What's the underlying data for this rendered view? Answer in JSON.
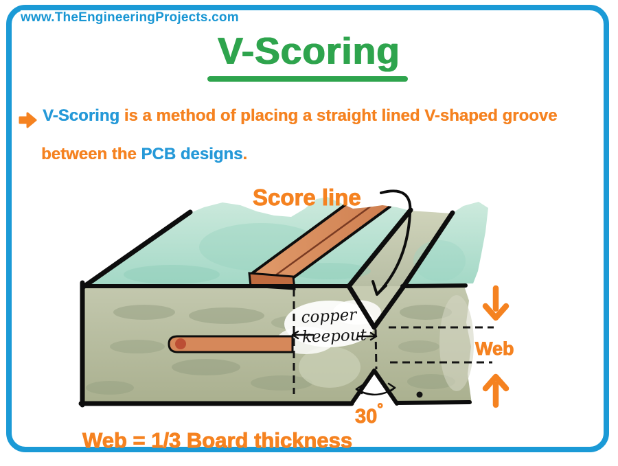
{
  "header": {
    "watermark": "www.TheEngineeringProjects.com",
    "title": "V-Scoring"
  },
  "intro": {
    "line1_highlight": "V-Scoring",
    "line1_rest": " is a method of placing a straight lined V-shaped groove",
    "line2_start": "between the ",
    "line2_highlight": "PCB designs",
    "line2_end": "."
  },
  "diagram": {
    "score_line_label": "Score line",
    "keepout_label_line1": "copper",
    "keepout_label_line2": "keepout",
    "web_label": "Web",
    "angle_value": "30",
    "angle_degree": "°",
    "caption": "Web = 1/3 Board thickness"
  },
  "colors": {
    "frame_blue": "#1b9ad6",
    "text_blue": "#2599d8",
    "accent_orange": "#f58220",
    "title_green": "#2ea44d",
    "pcb_top_teal": "#a9dcc9",
    "pcb_body_olive": "#b5bb9f",
    "copper_trace": "#d6885a",
    "outline_black": "#0d0d0d"
  }
}
